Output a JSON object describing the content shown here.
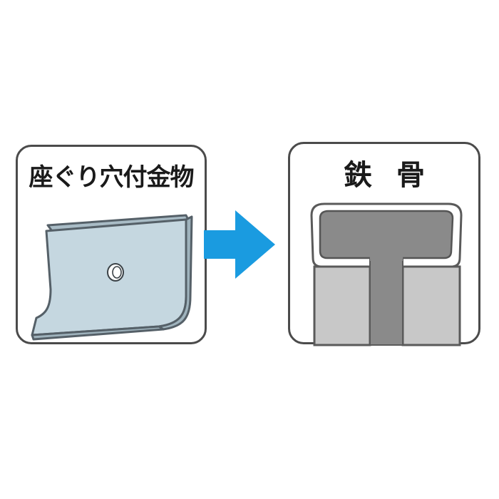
{
  "left_panel": {
    "title": "座ぐり穴付金物",
    "illustration_icon": "countersunk-bracket-icon"
  },
  "right_panel": {
    "title": "鉄骨",
    "illustration_icon": "steel-beam-icon"
  },
  "arrow": {
    "direction": "right",
    "color": "#1a9be0"
  },
  "colors": {
    "panel_border": "#4b4b4b",
    "bracket_face": "#c5d7e0",
    "bracket_edge": "#556068",
    "beam_dark": "#8a8a8a",
    "beam_light": "#c8c8c8",
    "arrow": "#1a9be0"
  }
}
